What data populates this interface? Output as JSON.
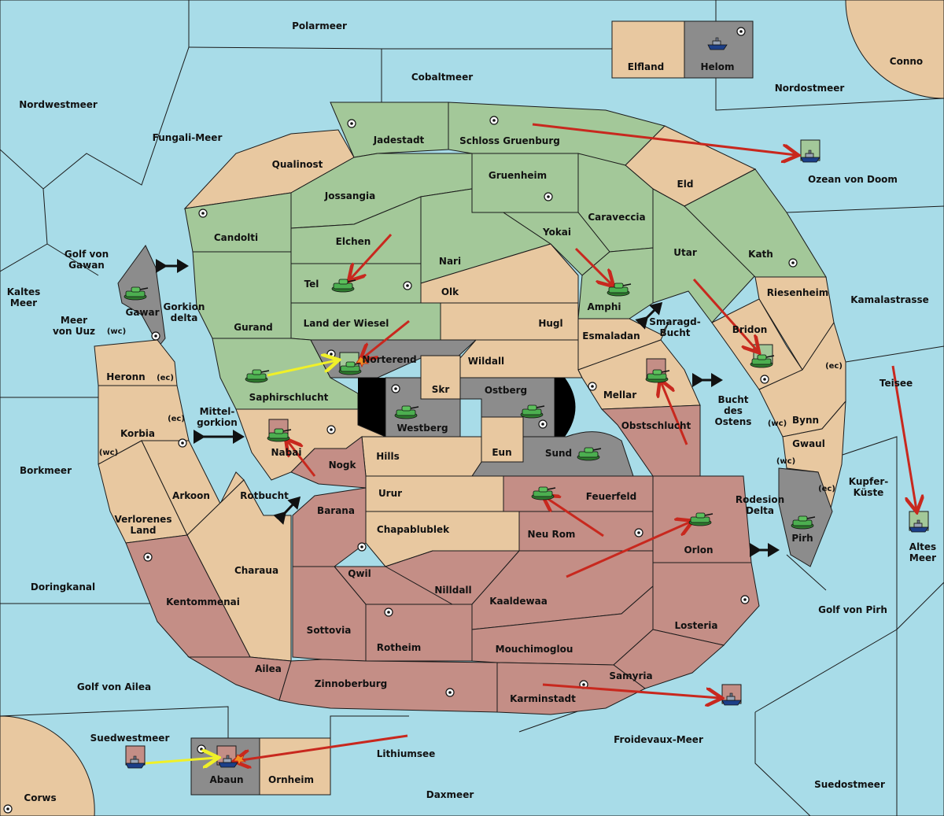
{
  "regions": {
    "polarmeer": "Polarmeer",
    "cobaltmeer": "Cobaltmeer",
    "elfland": "Elfland",
    "helom": "Helom",
    "conno": "Conno",
    "nordostmeer": "Nordostmeer",
    "nordwestmeer": "Nordwestmeer",
    "fungali": "Fungali-Meer",
    "jadestadt": "Jadestadt",
    "schloss": "Schloss Gruenburg",
    "qualinost": "Qualinost",
    "jossangia": "Jossangia",
    "gruenheim": "Gruenheim",
    "eld": "Eld",
    "ozean": "Ozean von Doom",
    "candolti": "Candolti",
    "caraveccia": "Caraveccia",
    "elchen": "Elchen",
    "yokai": "Yokai",
    "utar": "Utar",
    "kath": "Kath",
    "nari": "Nari",
    "golf_gawan": "Golf von\nGawan",
    "tel": "Tel",
    "olk": "Olk",
    "amphi": "Amphi",
    "riesenheim": "Riesenheim",
    "kaltes_meer": "Kaltes\nMeer",
    "gawar": "Gawar",
    "gorkion_delta": "Gorkion\ndelta",
    "meer_uuz": "Meer\nvon Uuz",
    "gurand": "Gurand",
    "land_wiesel": "Land der Wiesel",
    "hugl": "Hugl",
    "smaragd": "Smaragd-\nBucht",
    "kamalastrasse": "Kamalastrasse",
    "esmaladan": "Esmaladan",
    "bridon": "Bridon",
    "norterend": "Norterend",
    "heronn": "Heronn",
    "wildall": "Wildall",
    "teisee": "Teisee",
    "skr": "Skr",
    "ostberg": "Ostberg",
    "mellar": "Mellar",
    "saphir": "Saphirschlucht",
    "bucht_ostens": "Bucht\ndes\nOstens",
    "mittel": "Mittel-\ngorkion",
    "westberg": "Westberg",
    "bynn": "Bynn",
    "obstschlucht": "Obstschlucht",
    "korbia": "Korbia",
    "nabai": "Nabai",
    "hills": "Hills",
    "eun": "Eun",
    "sund": "Sund",
    "gwaul": "Gwaul",
    "nogk": "Nogk",
    "borkmeer": "Borkmeer",
    "kupfer": "Kupfer-\nKüste",
    "urur": "Urur",
    "feuerfeld": "Feuerfeld",
    "arkoon": "Arkoon",
    "rotbucht": "Rotbucht",
    "rodesion": "Rodesion\nDelta",
    "barana": "Barana",
    "verlorenes": "Verlorenes\nLand",
    "chapa": "Chapablublek",
    "neu_rom": "Neu Rom",
    "pirh": "Pirh",
    "altes_meer": "Altes\nMeer",
    "orlon": "Orlon",
    "charaua": "Charaua",
    "qwil": "Qwil",
    "doringkanal": "Doringkanal",
    "nilldall": "Nilldall",
    "kaaldewaa": "Kaaldewaa",
    "kentommenai": "Kentommenai",
    "golf_pirh": "Golf von Pirh",
    "losteria": "Losteria",
    "sottovia": "Sottovia",
    "rotheim": "Rotheim",
    "mouchimoglou": "Mouchimoglou",
    "ailea": "Ailea",
    "samyria": "Samyria",
    "golf_ailea": "Golf von Ailea",
    "zinnoberburg": "Zinnoberburg",
    "karminstadt": "Karminstadt",
    "suedwestmeer": "Suedwestmeer",
    "froidevaux": "Froidevaux-Meer",
    "lithiumsee": "Lithiumsee",
    "abaun": "Abaun",
    "ornheim": "Ornheim",
    "suedostmeer": "Suedostmeer",
    "daxmeer": "Daxmeer",
    "corws": "Corws"
  },
  "coast_tags": {
    "gawar_wc": "(wc)",
    "heronn_ec": "(ec)",
    "korbia_ec": "(ec)",
    "korbia_wc": "(wc)",
    "bridon_ec": "(ec)",
    "bynn_wc": "(wc)",
    "gwaul_wc": "(wc)",
    "gwaul_ec": "(ec)"
  },
  "colors": {
    "sea": "#a8dce8",
    "green_power": "#a3c899",
    "neutral": "#e8c8a0",
    "red_power": "#c48e86",
    "impassable": "#8c8c8c",
    "move_arrow": "#c8281e",
    "support_arrow": "#f0f028"
  },
  "icons": {
    "army": "tank-icon",
    "fleet": "ship-icon",
    "supply_center": "supply-center-icon",
    "conflict": "explosion-icon"
  }
}
